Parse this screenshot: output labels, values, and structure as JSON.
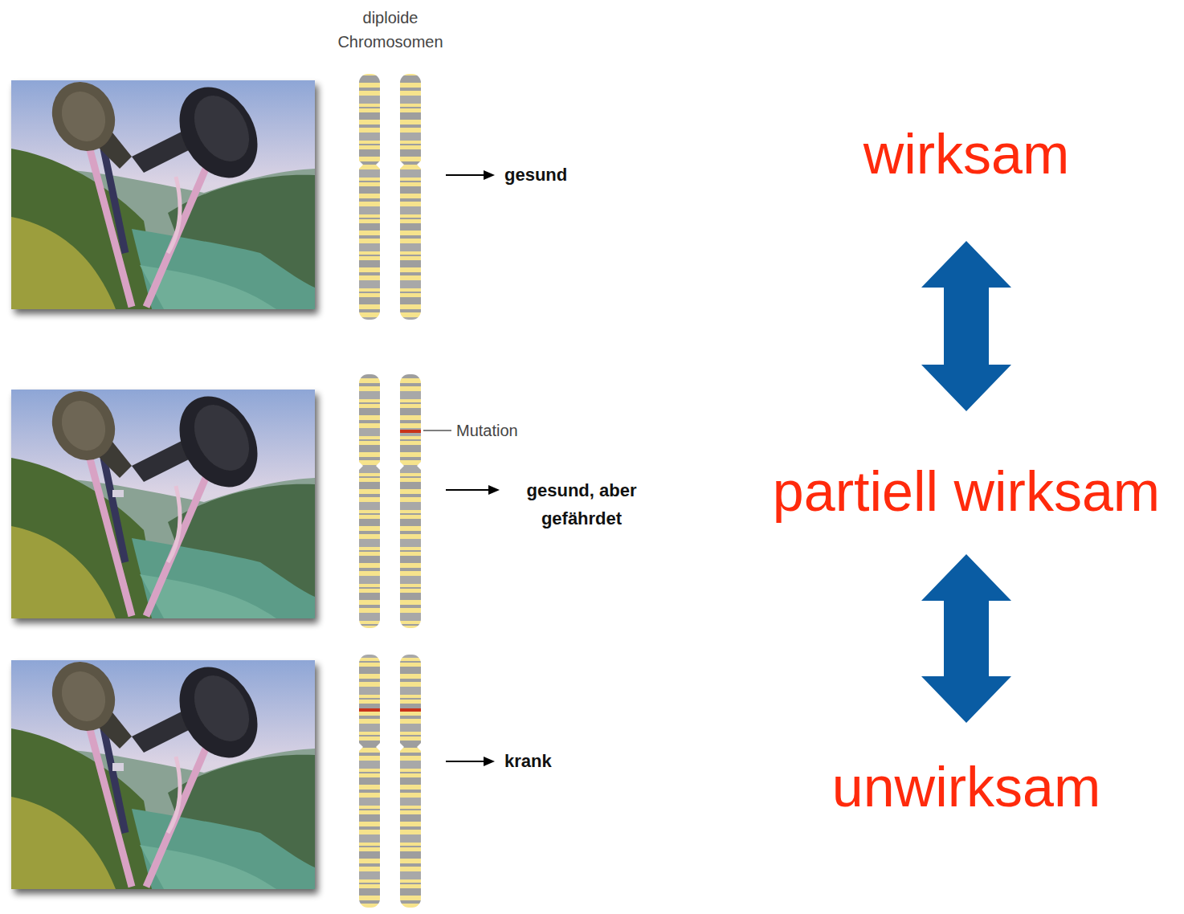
{
  "diagram": {
    "nodes": [
      {
        "text": [
          "wirksam"
        ]
      },
      {
        "text": [
          "partiell wirksam"
        ]
      },
      {
        "text": [
          "unwirksam"
        ]
      }
    ],
    "edges": [
      {
        "from": 0,
        "to": 1,
        "arrow": "both"
      },
      {
        "from": 1,
        "to": 2,
        "arrow": "both"
      }
    ],
    "labels": [
      "diploide Chromosomen",
      "gesund",
      "Mutation",
      "gesund, aber gefährdet",
      "krank"
    ]
  }
}
